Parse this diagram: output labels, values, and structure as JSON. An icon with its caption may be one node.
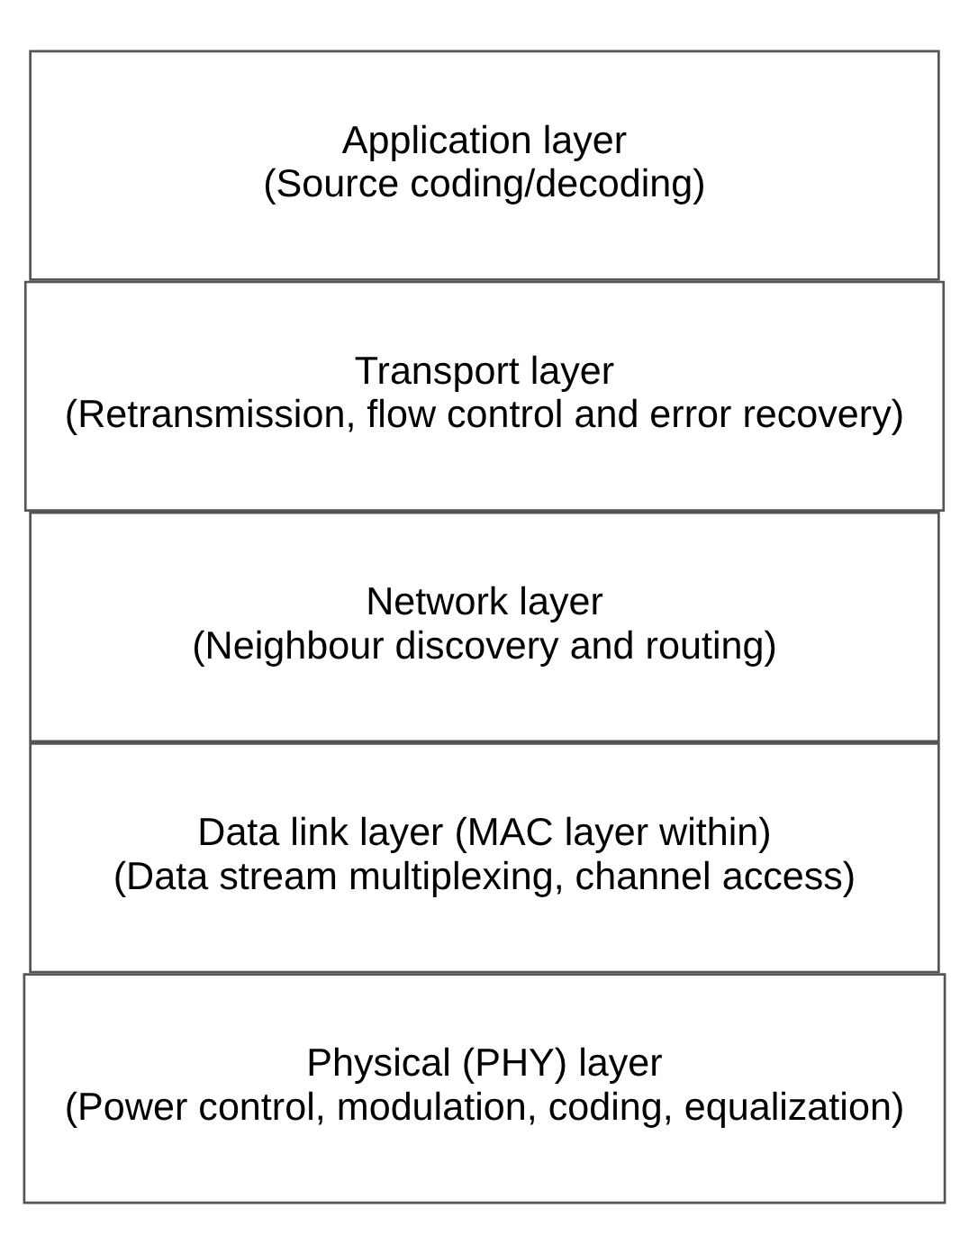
{
  "diagram": {
    "nodes": [
      {
        "text": [
          "Application layer",
          "(Source coding/decoding)"
        ]
      },
      {
        "text": [
          "Transport layer",
          "(Retransmission, flow control and error recovery)"
        ]
      },
      {
        "text": [
          "Network layer",
          "(Neighbour discovery and routing)"
        ]
      },
      {
        "text": [
          "Data link layer (MAC layer within)",
          "(Data stream multiplexing, channel access)"
        ]
      },
      {
        "text": [
          "Physical (PHY) layer",
          "(Power control, modulation, coding, equalization)"
        ]
      }
    ]
  }
}
